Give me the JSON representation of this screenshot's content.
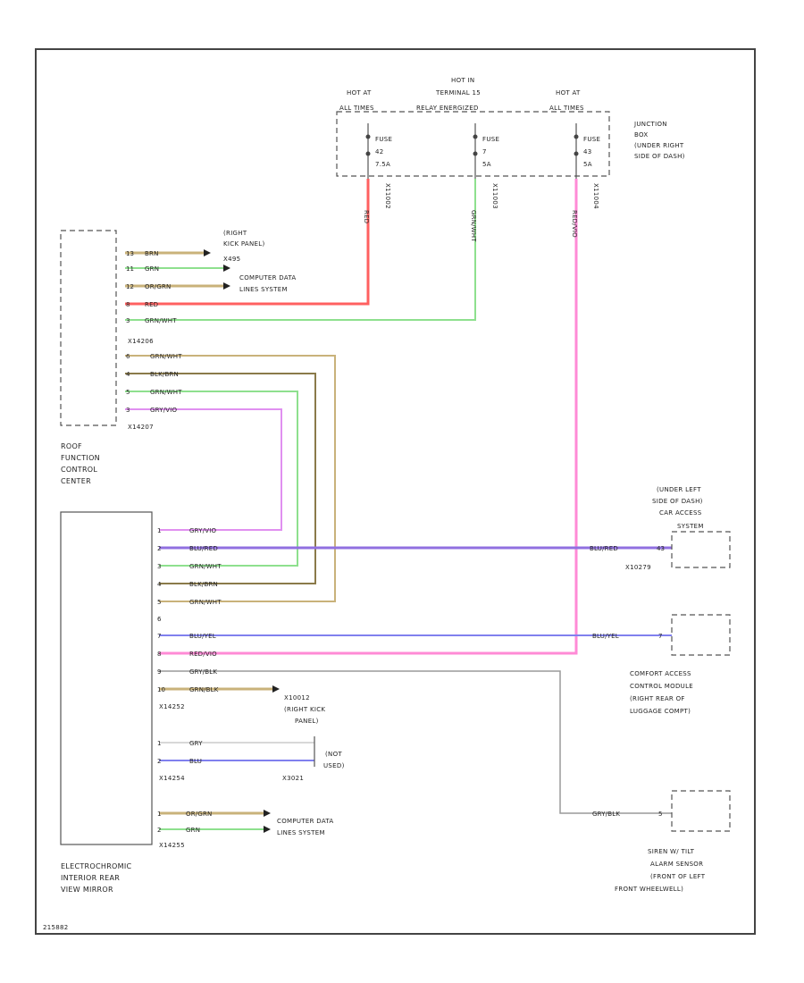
{
  "colors": {
    "red": "#ff6060",
    "green": "#8ee08e",
    "pink": "#ff8ad6",
    "tan": "#c9b27a",
    "brown": "#8a7a4a",
    "violet": "#9070e0",
    "blue": "#8080ee",
    "lilac": "#e090f0",
    "gray": "#9a9a9a"
  },
  "junction_box": {
    "hot_left": [
      "HOT AT",
      "ALL TIMES"
    ],
    "hot_mid": [
      "HOT IN",
      "TERMINAL 15",
      "RELAY ENERGIZED"
    ],
    "hot_right": [
      "HOT AT",
      "ALL TIMES"
    ],
    "fuse_left": [
      "FUSE",
      "42",
      "7.5A"
    ],
    "fuse_mid": [
      "FUSE",
      "7",
      "5A"
    ],
    "fuse_right": [
      "FUSE",
      "43",
      "5A"
    ],
    "conn_left": "X11002",
    "conn_mid": "X11003",
    "conn_right": "X11004",
    "label": [
      "JUNCTION",
      "BOX",
      "(UNDER RIGHT",
      "SIDE OF DASH)"
    ]
  },
  "roof_center": {
    "label": [
      "ROOF",
      "FUNCTION",
      "CONTROL",
      "CENTER"
    ],
    "conn1": "X14206",
    "conn2": "X14207",
    "right_kick_panel": [
      "(RIGHT",
      "KICK PANEL)",
      "X495"
    ],
    "computer_data": [
      "COMPUTER DATA",
      "LINES SYSTEM"
    ]
  },
  "mirror": {
    "label": [
      "ELECTROCHROMIC",
      "INTERIOR REAR",
      "VIEW MIRROR"
    ],
    "conn1": "X14252",
    "conn2": "X14254",
    "conn3": "X14255",
    "x10012": [
      "X10012",
      "(RIGHT KICK",
      "PANEL)"
    ],
    "not_used": [
      "(NOT",
      "USED)"
    ],
    "x3021": "X3021",
    "computer_data": [
      "COMPUTER DATA",
      "LINES SYSTEM"
    ]
  },
  "car_access": {
    "label": [
      "(UNDER LEFT",
      "SIDE OF DASH)",
      "CAR ACCESS",
      "SYSTEM"
    ],
    "conn": "X10279"
  },
  "comfort": {
    "label": [
      "COMFORT ACCESS",
      "CONTROL MODULE",
      "(RIGHT REAR OF",
      "LUGGAGE COMPT)"
    ]
  },
  "siren": {
    "label": [
      "SIREN W/ TILT",
      "ALARM SENSOR",
      "(FRONT OF LEFT",
      "FRONT WHEELWELL)"
    ]
  },
  "wires": {
    "roof_top": [
      "BRN",
      "GRN",
      "OR/GRN",
      "RED",
      "GRN/WHT"
    ],
    "roof_bottom": [
      "GRN/WHT",
      "BLK/BRN",
      "GRN/WHT",
      "GRY/VIO"
    ],
    "mirror": [
      "GRY/VIO",
      "BLU/RED",
      "GRN/WHT",
      "BLK/BRN",
      "GRN/WHT",
      "BLU/YEL",
      "RED/VIO",
      "GRY/BLK",
      "GRN/BLK"
    ],
    "mirror_x14254": [
      "GRY",
      "BLU"
    ],
    "mirror_x14255": [
      "OR/GRN",
      "GRN"
    ],
    "vertical": [
      "RED",
      "GRN/WHT",
      "RED/VIO"
    ],
    "car_access": "BLU/RED",
    "comfort": "BLU/YEL",
    "siren": "GRY/BLK"
  },
  "pins": {
    "roof_top": [
      "13",
      "11",
      "12",
      "8",
      "3"
    ],
    "roof_bottom": [
      "6",
      "4",
      "5",
      "3"
    ],
    "mirror_a": [
      "1",
      "2",
      "3",
      "4",
      "5",
      "6",
      "7",
      "8",
      "9",
      "10"
    ],
    "mirror_b": [
      "1",
      "2"
    ],
    "mirror_c": [
      "1",
      "2"
    ],
    "car_access": "43",
    "comfort": "7",
    "siren": "5"
  },
  "figure_id": "215882"
}
